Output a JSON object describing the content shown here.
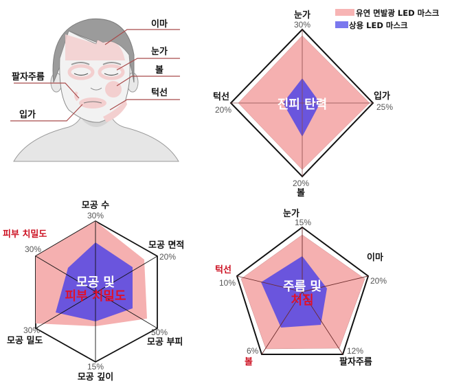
{
  "colors": {
    "pink_fill": "#f5b0b0",
    "blue_fill": "#6a55dd",
    "legend_pink": "#f7b4b4",
    "legend_blue": "#7a78ee",
    "red_label": "#cc1122",
    "face_skin": "#f2f2f2",
    "hair": "#9b9b9b",
    "face_zone": "#f3cfcf",
    "leader_line": "#a84a4a"
  },
  "legend": {
    "items": [
      {
        "label": "유연 면발광 LED 마스크",
        "color": "#f7b4b4"
      },
      {
        "label": "상용 LED 마스크",
        "color": "#7a78ee"
      }
    ]
  },
  "face_diagram": {
    "labels": {
      "forehead": "이마",
      "eye": "눈가",
      "cheek": "볼",
      "jaw": "턱선",
      "nasolabial": "팔자주름",
      "mouth": "입가"
    }
  },
  "chart_data": [
    {
      "type": "radar",
      "title": "진피 탄력",
      "axes": [
        "눈가",
        "입가",
        "볼",
        "턱선"
      ],
      "axis_values_pct": [
        "30%",
        "25%",
        "20%",
        "20%"
      ],
      "series": [
        {
          "name": "유연 면발광 LED 마스크",
          "relative_radius": [
            0.92,
            0.95,
            0.91,
            0.89
          ]
        },
        {
          "name": "상용 LED 마스크",
          "relative_radius": [
            0.34,
            0.25,
            0.46,
            0.27
          ]
        }
      ],
      "legend_position": "top-right"
    },
    {
      "type": "radar",
      "title_line1": "모공 및",
      "title_line2": "피부 치밀도",
      "axes": [
        "모공 수",
        "모공 면적",
        "모공 부피",
        "모공 깊이",
        "모공 밀도",
        "피부 치밀도"
      ],
      "axis_values_pct": [
        "30%",
        "20%",
        "50%",
        "15%",
        "30%",
        "30%"
      ],
      "highlighted_axes": [
        "피부 치밀도"
      ],
      "series": [
        {
          "name": "유연 면발광 LED 마스크",
          "relative_radius": [
            1.0,
            0.8,
            0.86,
            0.52,
            1.0,
            1.0
          ]
        },
        {
          "name": "상용 LED 마스크",
          "relative_radius": [
            0.68,
            0.62,
            0.62,
            0.46,
            0.67,
            0.5
          ]
        }
      ]
    },
    {
      "type": "radar",
      "title_line1": "주름 및",
      "title_line2": "처짐",
      "axes": [
        "눈가",
        "이마",
        "팔자주름",
        "볼",
        "턱선"
      ],
      "axis_values_pct": [
        "15%",
        "20%",
        "12%",
        "6%",
        "10%"
      ],
      "highlighted_axes": [
        "볼",
        "턱선"
      ],
      "series": [
        {
          "name": "유연 면발광 LED 마스크",
          "relative_radius": [
            0.88,
            0.93,
            0.92,
            0.9,
            0.92
          ]
        },
        {
          "name": "상용 LED 마스크",
          "relative_radius": [
            0.52,
            0.37,
            0.56,
            0.47,
            0.61
          ]
        }
      ]
    }
  ]
}
